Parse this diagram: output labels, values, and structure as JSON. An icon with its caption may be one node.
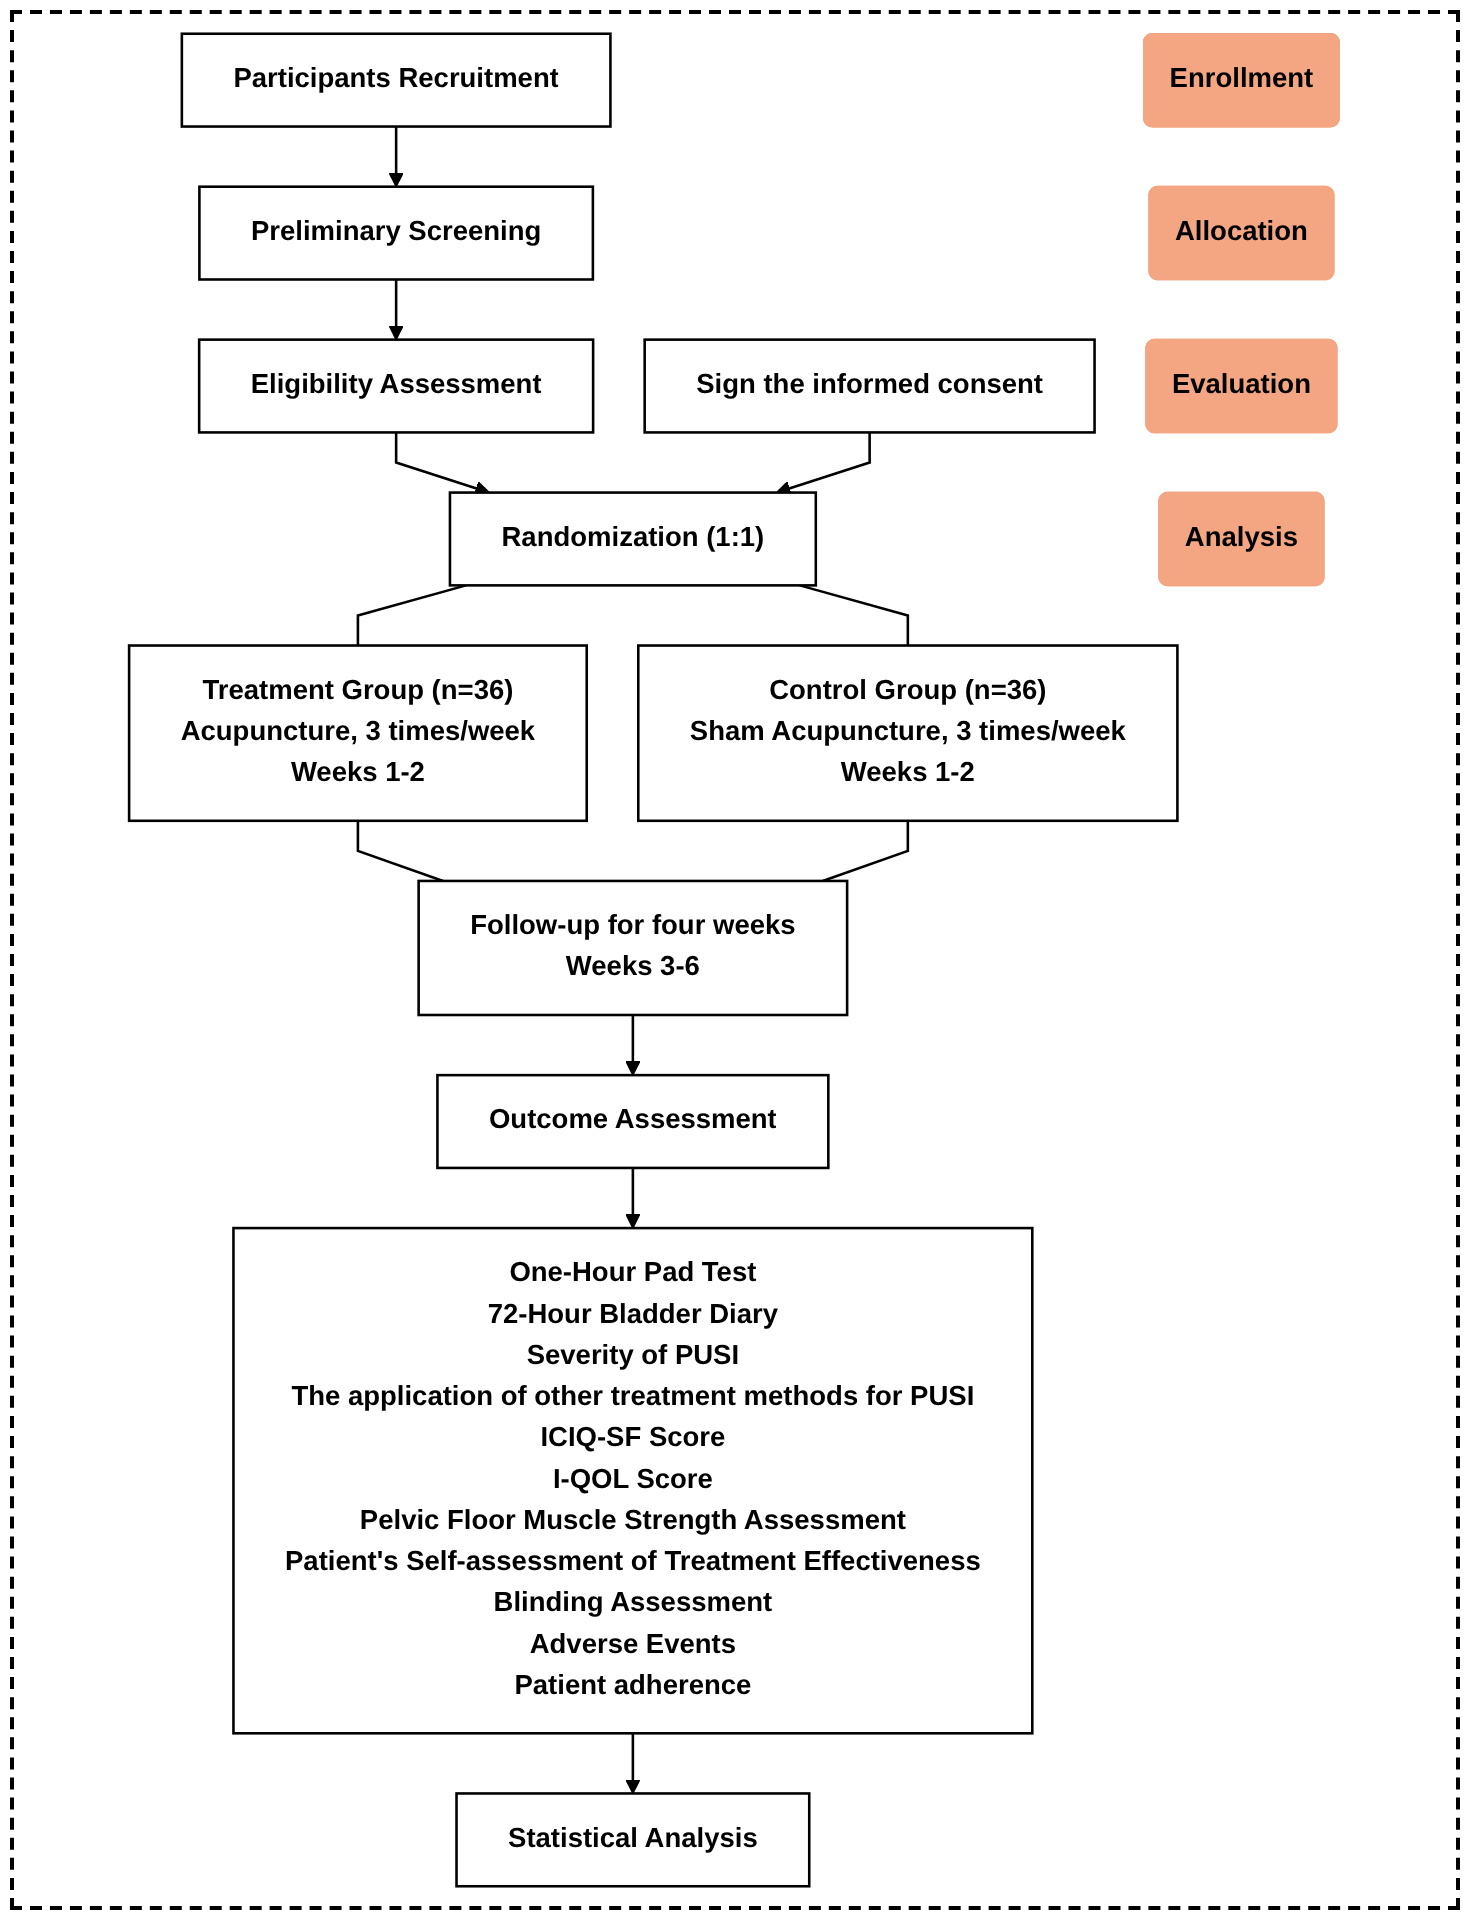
{
  "diagram": {
    "nodes": [
      {
        "text": [
          "Participants Recruitment"
        ]
      },
      {
        "text": [
          "Preliminary Screening"
        ]
      },
      {
        "text": [
          "Eligibility Assessment"
        ]
      },
      {
        "text": [
          "Sign the informed consent"
        ]
      },
      {
        "text": [
          "Randomization (1:1)"
        ]
      },
      {
        "text": [
          "Treatment Group (n=36)",
          "Acupuncture, 3 times/week",
          "Weeks 1-2"
        ]
      },
      {
        "text": [
          "Control Group (n=36)",
          "Sham Acupuncture, 3 times/week",
          "Weeks 1-2"
        ]
      },
      {
        "text": [
          "Follow-up for four weeks",
          "Weeks 3-6"
        ]
      },
      {
        "text": [
          "Outcome Assessment"
        ]
      },
      {
        "text": [
          "One-Hour Pad Test",
          "72-Hour Bladder Diary",
          "Severity of PUSI",
          "The application of other treatment methods for PUSI",
          "ICIQ-SF Score",
          "I-QOL Score",
          "Pelvic Floor Muscle Strength Assessment",
          "Patient's Self-assessment of Treatment Effectiveness",
          "Blinding Assessment",
          "Adverse Events",
          "Patient adherence"
        ]
      },
      {
        "text": [
          "Statistical Analysis"
        ]
      },
      {
        "text": [
          "Enrollment"
        ]
      },
      {
        "text": [
          "Allocation"
        ]
      },
      {
        "text": [
          "Evaluation"
        ]
      },
      {
        "text": [
          "Analysis"
        ]
      }
    ],
    "edges": [
      {
        "from": 0,
        "to": 1,
        "arrow": "to"
      },
      {
        "from": 1,
        "to": 2,
        "arrow": "to"
      },
      {
        "from": 2,
        "to": 4,
        "arrow": "to"
      },
      {
        "from": 3,
        "to": 4,
        "arrow": "to"
      },
      {
        "from": 4,
        "to": 5,
        "arrow": "none"
      },
      {
        "from": 4,
        "to": 6,
        "arrow": "none"
      },
      {
        "from": 5,
        "to": 7,
        "arrow": "none"
      },
      {
        "from": 6,
        "to": 7,
        "arrow": "none"
      },
      {
        "from": 7,
        "to": 8,
        "arrow": "to"
      },
      {
        "from": 8,
        "to": 9,
        "arrow": "to"
      },
      {
        "from": 9,
        "to": 10,
        "arrow": "to"
      }
    ]
  }
}
